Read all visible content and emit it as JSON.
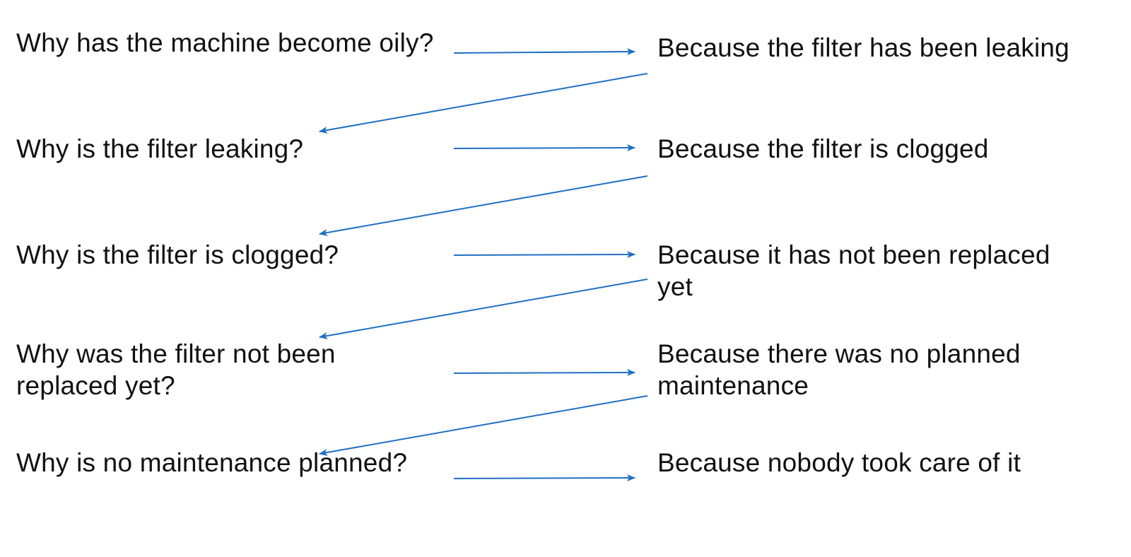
{
  "questions": [
    "Why has the machine become oily?",
    "Why is the filter leaking?",
    "Why is the filter is clogged?",
    "Why was the filter not been replaced yet?",
    "Why is no maintenance planned?"
  ],
  "answers": [
    "Because the filter has been leaking",
    "Because the filter is clogged",
    "Because it has not been replaced yet",
    "Because there was no planned maintenance",
    "Because nobody took care of it"
  ],
  "colors": {
    "arrow": "#1f6fc2",
    "text": "#111111"
  }
}
